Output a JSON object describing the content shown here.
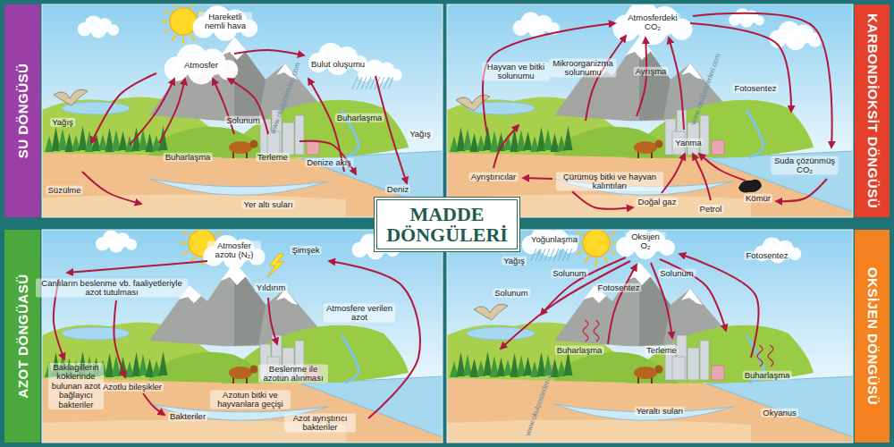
{
  "diagram": {
    "title": "MADDE DÖNGÜLERİ",
    "nodes": [
      {
        "text": [
          "SU DÖNGÜSÜ"
        ]
      },
      {
        "text": [
          "KARBONDİOKSİT DÖNGÜSÜ"
        ]
      },
      {
        "text": [
          "AZOT DÖNGÜASÜ"
        ]
      },
      {
        "text": [
          "OKSİJEN DÖNGÜSÜ"
        ]
      }
    ],
    "labels": [
      "Hareketli nemli hava",
      "Atmosfer",
      "Bulut oluşumu",
      "Yağış",
      "Solunum",
      "Buharlaşma",
      "Yağış",
      "Buharlaşma",
      "Terleme",
      "Denize akış",
      "Süzülme",
      "Yer altı suları",
      "Deniz",
      "Atmosferdeki CO₂",
      "Hayvan ve bitki solunumu",
      "Mikroorganizma solunumu",
      "Ayrışma",
      "Fotosentez",
      "Yanma",
      "Suda çözünmüş CO₂",
      "Ayrıştırıcılar",
      "Çürümüş bitki ve hayvan kalıntıları",
      "Doğal gaz",
      "Kömür",
      "Petrol",
      "Atmosfer azotu (N₂)",
      "Şimşek",
      "Yıldırım",
      "Canlıların beslenme vb. faaliyetleriyle azot tutulması",
      "Atmosfere verilen azot",
      "Beslenme ile azotun alınması",
      "Baklagillerin köklerinde bulunan azot bağlayıcı bakteriler",
      "Azotlu bileşikler",
      "Azotun bitki ve hayvanlara geçişi",
      "Bakteriler",
      "Azot ayrıştırıcı bakteriler",
      "Yoğunlaşma",
      "Oksijen O₂",
      "Fotosentez",
      "Yağış",
      "Solunum",
      "Solunum",
      "Solunum",
      "Fotosentez",
      "Buharlaşma",
      "Terleme",
      "Buharlaşma",
      "Yeraltı suları",
      "Okyanus",
      "www.okulposterleri.com",
      "www.okulposterleri.com",
      "www.okulposterleri.com"
    ]
  }
}
